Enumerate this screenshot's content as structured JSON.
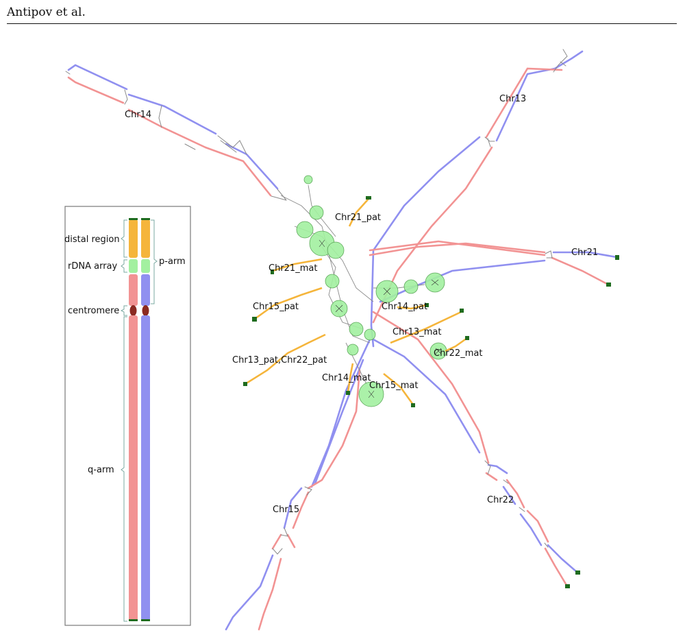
{
  "header": {
    "authors": "Antipov et al."
  },
  "legend": {
    "distal": "distal region",
    "rdna": "rDNA array",
    "centromere": "centromere",
    "parm": "p-arm",
    "qarm": "q-arm"
  },
  "labels": {
    "chr14": "Chr14",
    "chr13": "Chr13",
    "chr21": "Chr21",
    "chr22": "Chr22",
    "chr15": "Chr15",
    "chr21_pat": "Chr21_pat",
    "chr21_mat": "Chr21_mat",
    "chr15_pat": "Chr15_pat",
    "chr14_pat": "Chr14_pat",
    "chr13_mat": "Chr13_mat",
    "chr22_mat": "Chr22_mat",
    "chr13_22_pat": "Chr13_pat,Chr22_pat",
    "chr14_mat": "Chr14_mat",
    "chr15_mat": "Chr15_mat"
  },
  "colors": {
    "maternal": "#f29393",
    "paternal": "#9090f0",
    "distal": "#f5b53b",
    "rdna": "#a3f0a0",
    "centromere": "#8b2a22",
    "telomere": "#1e6b1e",
    "gray": "#8a8a8a",
    "graph_green": "#8fe88c"
  }
}
